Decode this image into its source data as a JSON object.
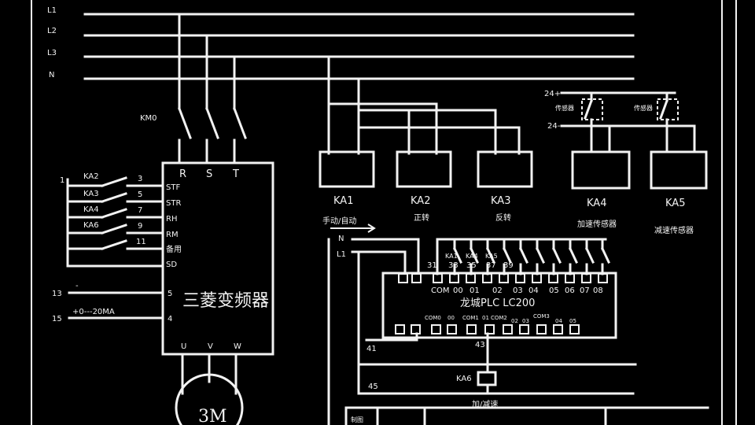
{
  "bus": {
    "lines": [
      "L1",
      "L2",
      "L3",
      "N"
    ]
  },
  "breaker": {
    "label": "KM0"
  },
  "inverter": {
    "title": "三菱变频器",
    "input_terms": [
      "R",
      "S",
      "T"
    ],
    "output_terms": [
      "U",
      "V",
      "W"
    ],
    "control_terms": [
      "STF",
      "STR",
      "RH",
      "RM",
      "备用",
      "SD"
    ],
    "analog_terms": [
      "5",
      "4"
    ]
  },
  "control_inputs": {
    "common": "1",
    "relays": [
      "KA2",
      "KA3",
      "KA4",
      "KA6"
    ],
    "wire_numbers": [
      "3",
      "5",
      "7",
      "9",
      "11"
    ],
    "analog_wires": [
      {
        "wire": "13",
        "note": "-"
      },
      {
        "wire": "15",
        "note": "+0---20MA"
      }
    ]
  },
  "motor": {
    "label": "3M"
  },
  "relays": [
    {
      "id": "KA1",
      "desc": "手动/自动"
    },
    {
      "id": "KA2",
      "desc": "正转"
    },
    {
      "id": "KA3",
      "desc": "反转"
    },
    {
      "id": "KA4",
      "desc": "加速传感器"
    },
    {
      "id": "KA5",
      "desc": "减速传感器"
    }
  ],
  "sensor_supply": {
    "positive": "24+",
    "negative": "24-",
    "sensor_left": "传感器",
    "sensor_right": "传感器"
  },
  "plc": {
    "title": "龙城PLC LC200",
    "supply": [
      "N",
      "L1"
    ],
    "com": "COM",
    "inputs": [
      "00",
      "01",
      "02",
      "03",
      "04",
      "05",
      "06",
      "07",
      "08"
    ],
    "input_wires": [
      "31",
      "33",
      "35",
      "37",
      "39"
    ],
    "input_relays": [
      "KA1",
      "KA4",
      "KA5"
    ],
    "outputs": [
      "COM0",
      "00",
      "COM1",
      "01",
      "COM2",
      "02",
      "03",
      "COM3",
      "04",
      "05"
    ],
    "output_wires": [
      "41",
      "43",
      "45"
    ],
    "output_relay": "KA6",
    "output_desc": "加/减速"
  },
  "title_block": {
    "cell_label": "制图",
    "cell_text": "",
    "cell_right": ""
  }
}
